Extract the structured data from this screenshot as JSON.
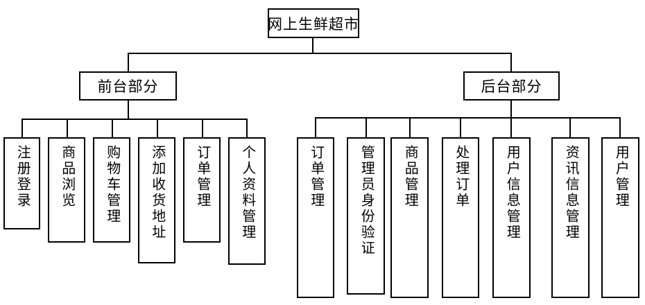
{
  "diagram": {
    "title": "网上生鲜超市",
    "type": "hierarchy-tree",
    "orientation": "top-down",
    "line_color": "#000000",
    "box_border_color": "#000000",
    "background_color": "#ffffff",
    "root": {
      "label": "网上生鲜超市",
      "text_direction": "horizontal"
    },
    "branches": [
      {
        "id": "frontend",
        "label": "前台部分",
        "text_direction": "horizontal",
        "children": [
          {
            "id": "register-login",
            "label": "注册登录",
            "text_direction": "vertical"
          },
          {
            "id": "product-browse",
            "label": "商品浏览",
            "text_direction": "vertical"
          },
          {
            "id": "cart-management",
            "label": "购物车管理",
            "text_direction": "vertical"
          },
          {
            "id": "add-shipping-address",
            "label": "添加收货地址",
            "text_direction": "vertical"
          },
          {
            "id": "order-management",
            "label": "订单管理",
            "text_direction": "vertical"
          },
          {
            "id": "personal-profile-management",
            "label": "个人资料管理",
            "text_direction": "vertical"
          }
        ]
      },
      {
        "id": "backend",
        "label": "后台部分",
        "text_direction": "horizontal",
        "children": [
          {
            "id": "order-management-admin",
            "label": "订单管理",
            "text_direction": "vertical"
          },
          {
            "id": "admin-identity-verification",
            "label": "管理员身份验证",
            "text_direction": "vertical"
          },
          {
            "id": "product-management",
            "label": "商品管理",
            "text_direction": "vertical"
          },
          {
            "id": "process-order",
            "label": "处理订单",
            "text_direction": "vertical"
          },
          {
            "id": "user-info-management",
            "label": "用户信息管理",
            "text_direction": "vertical"
          },
          {
            "id": "news-info-management",
            "label": "资讯信息管理",
            "text_direction": "vertical"
          },
          {
            "id": "user-management",
            "label": "用户管理",
            "text_direction": "vertical"
          }
        ]
      }
    ]
  }
}
